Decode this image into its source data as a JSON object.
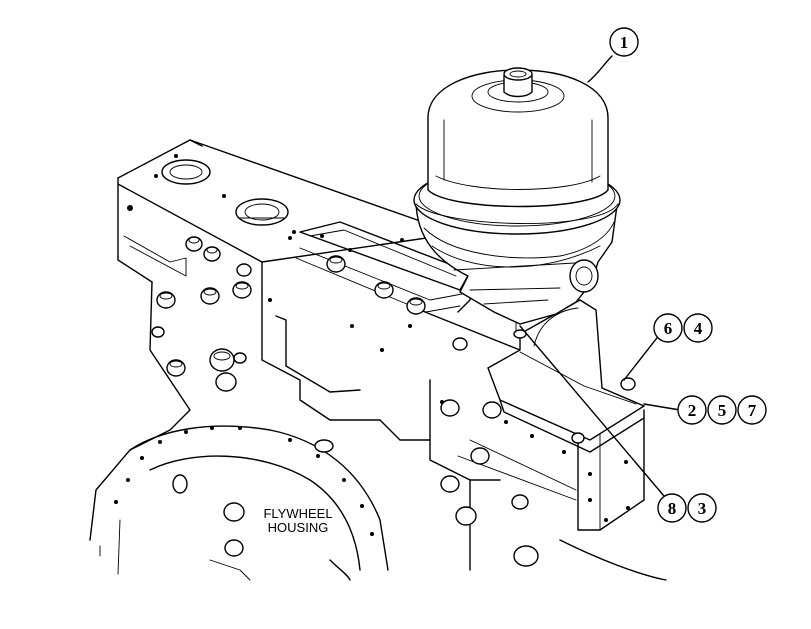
{
  "diagram": {
    "label": {
      "line1": "FLYWHEEL",
      "line2": "HOUSING"
    },
    "callouts": [
      {
        "id": "c1",
        "text": "1"
      },
      {
        "id": "c6",
        "text": "6"
      },
      {
        "id": "c4",
        "text": "4"
      },
      {
        "id": "c2",
        "text": "2"
      },
      {
        "id": "c5",
        "text": "5"
      },
      {
        "id": "c7",
        "text": "7"
      },
      {
        "id": "c8",
        "text": "8"
      },
      {
        "id": "c3",
        "text": "3"
      }
    ],
    "colors": {
      "ink": "#000000",
      "paper": "#ffffff"
    }
  }
}
